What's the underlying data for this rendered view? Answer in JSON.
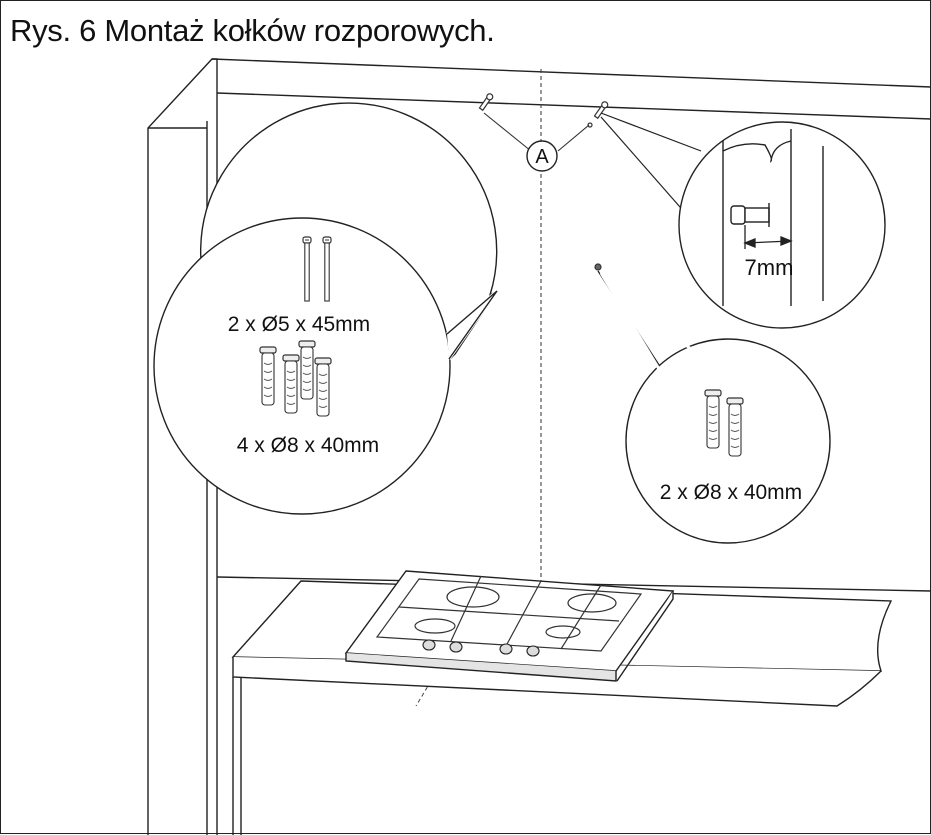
{
  "figure": {
    "title": "Rys. 6 Montaż kołków rozporowych.",
    "marker_label": "A",
    "left_callout": {
      "screw_label": "2 x Ø5 x 45mm",
      "plug_label": "4 x Ø8 x 40mm"
    },
    "right_callout": {
      "plug_label": "2 x Ø8 x 40mm"
    },
    "detail_callout": {
      "gap_label": "7mm"
    }
  }
}
